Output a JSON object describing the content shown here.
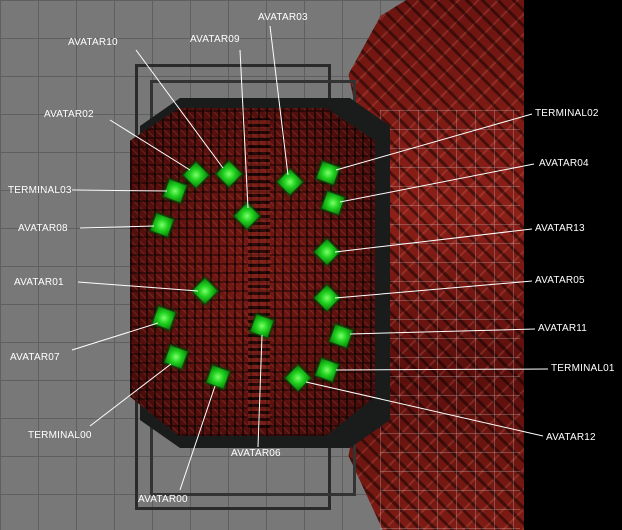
{
  "labels": {
    "avatar00": "AVATAR00",
    "avatar01": "AVATAR01",
    "avatar02": "AVATAR02",
    "avatar03": "AVATAR03",
    "avatar04": "AVATAR04",
    "avatar05": "AVATAR05",
    "avatar06": "AVATAR06",
    "avatar07": "AVATAR07",
    "avatar08": "AVATAR08",
    "avatar09": "AVATAR09",
    "avatar10": "AVATAR10",
    "avatar11": "AVATAR11",
    "avatar12": "AVATAR12",
    "avatar13": "AVATAR13",
    "terminal00": "TERMINAL00",
    "terminal01": "TERMINAL01",
    "terminal02": "TERMINAL02",
    "terminal03": "TERMINAL03"
  },
  "colors": {
    "marker": "#1fd11f",
    "label_text": "#ffffff",
    "leader_line": "#ffffff",
    "floor_grid": "#787878",
    "room_floor": "#5e120e"
  }
}
